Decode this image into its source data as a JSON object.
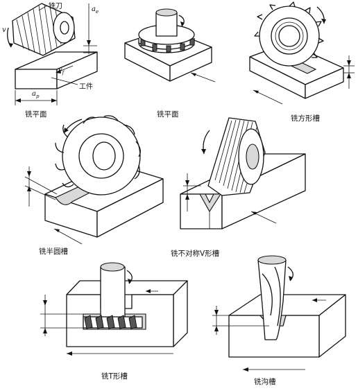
{
  "captions": {
    "face_mill_spiral": "铣平面",
    "face_mill_end": "铣平面",
    "square_groove": "铣方形槽",
    "semicircle_groove": "铣半圆槽",
    "asym_v_groove": "铣不对称V形槽",
    "t_slot": "铣T形槽",
    "keyway": "铣沟槽"
  },
  "labels": {
    "cutter": "铣刀",
    "workpiece": "工件",
    "v": "v",
    "v_f": "v",
    "v_f_sub": "f",
    "a_e": "a",
    "a_e_sub": "e",
    "a_p": "a",
    "a_p_sub": "p"
  }
}
